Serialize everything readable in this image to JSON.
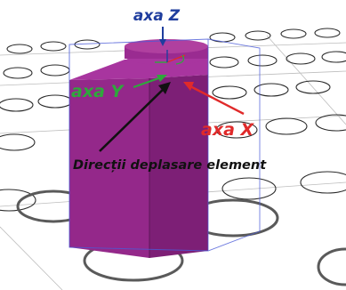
{
  "labels": {
    "axis_z": "axa Z",
    "axis_y": "axa Y",
    "axis_x": "axa X",
    "caption": "Direcții deplasare element"
  },
  "colors": {
    "brick": "#94288a",
    "brick_top": "#a8359f",
    "brick_side": "#7d1f76",
    "axis_z": "#1f3d9e",
    "axis_y": "#2fa83c",
    "axis_x": "#e02a2a",
    "caption": "#111111",
    "baseplate_studs": "#2a2a2a",
    "bounding_box": "#4a5ad8"
  }
}
